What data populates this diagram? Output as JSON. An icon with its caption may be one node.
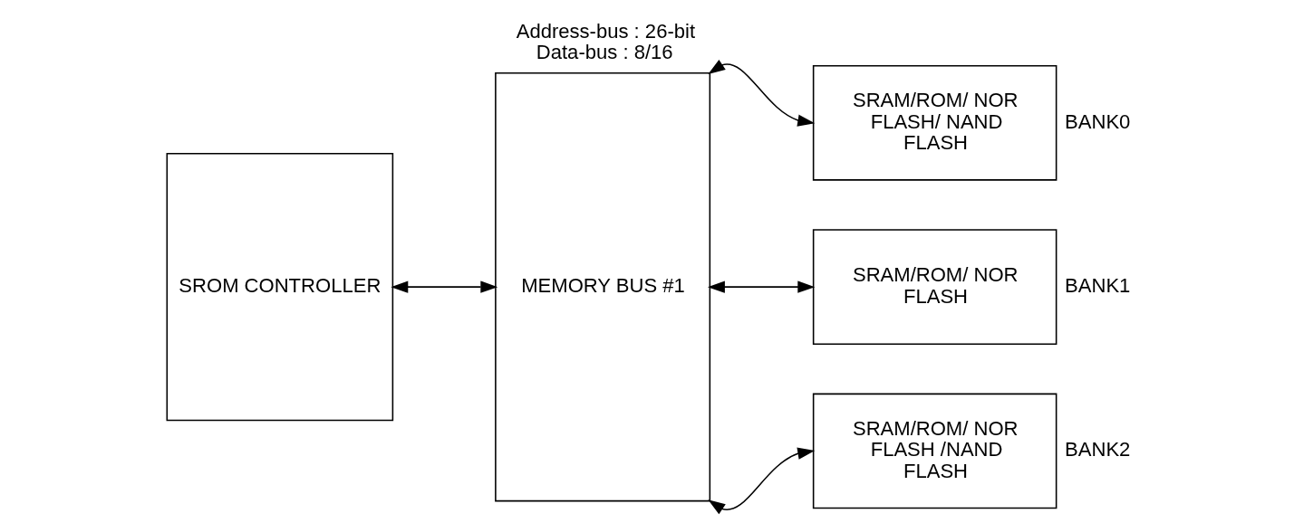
{
  "diagram": {
    "nodes": [
      {
        "text": [
          "SROM CONTROLLER"
        ]
      },
      {
        "text": [
          "MEMORY BUS #1"
        ],
        "beside": [
          "Address-bus : 26-bit",
          "Data-bus : 8/16"
        ]
      },
      {
        "text": [
          "SRAM/ROM/ NOR FLASH/ NAND FLASH"
        ],
        "beside": [
          "BANK0"
        ]
      },
      {
        "text": [
          "SRAM/ROM/ NOR FLASH"
        ],
        "beside": [
          "BANK1"
        ]
      },
      {
        "text": [
          "SRAM/ROM/ NOR FLASH /NAND FLASH"
        ],
        "beside": [
          "BANK2"
        ]
      }
    ],
    "edges": [
      {
        "from": 0,
        "to": 1,
        "arrow": "both"
      },
      {
        "from": 1,
        "to": 2,
        "arrow": "both"
      },
      {
        "from": 1,
        "to": 3,
        "arrow": "both"
      },
      {
        "from": 1,
        "to": 4,
        "arrow": "both"
      }
    ]
  }
}
